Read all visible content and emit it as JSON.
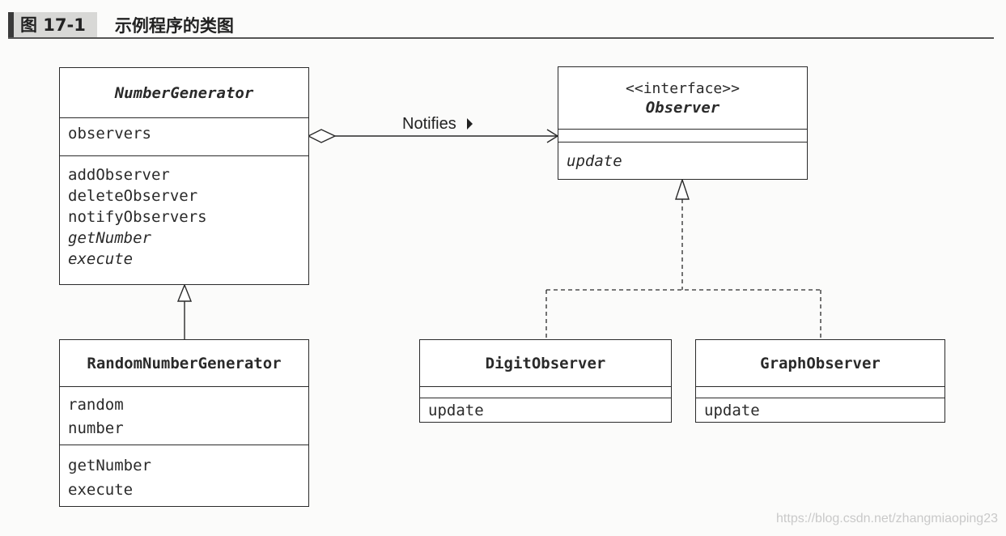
{
  "figure": {
    "number": "图 17-1",
    "title": "示例程序的类图"
  },
  "classes": {
    "number_generator": {
      "name": "NumberGenerator",
      "fields": [
        "observers"
      ],
      "methods": [
        "addObserver",
        "deleteObserver",
        "notifyObservers",
        "getNumber",
        "execute"
      ]
    },
    "random_number_generator": {
      "name": "RandomNumberGenerator",
      "fields": [
        "random",
        "number"
      ],
      "methods": [
        "getNumber",
        "execute"
      ]
    },
    "observer": {
      "stereotype": "<<interface>>",
      "name": "Observer",
      "methods": [
        "update"
      ]
    },
    "digit_observer": {
      "name": "DigitObserver",
      "methods": [
        "update"
      ]
    },
    "graph_observer": {
      "name": "GraphObserver",
      "methods": [
        "update"
      ]
    }
  },
  "relations": {
    "notifies_label": "Notifies"
  },
  "watermark": "https://blog.csdn.net/zhangmiaoping23"
}
